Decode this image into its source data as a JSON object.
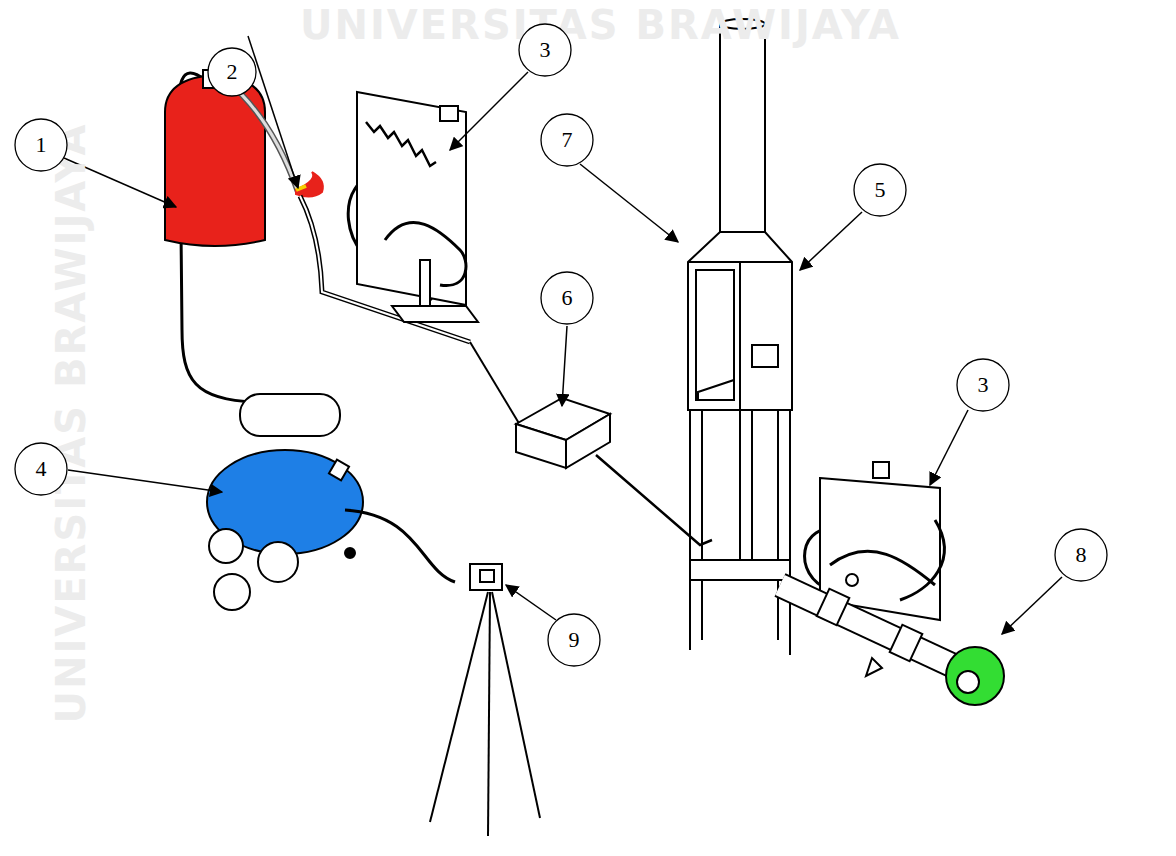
{
  "diagram": {
    "nodes": [
      {
        "text": [
          "1"
        ]
      },
      {
        "text": [
          "2"
        ]
      },
      {
        "text": [
          "3"
        ]
      },
      {
        "text": [
          "7"
        ]
      },
      {
        "text": [
          "5"
        ]
      },
      {
        "text": [
          "6"
        ]
      },
      {
        "text": [
          "3"
        ]
      },
      {
        "text": [
          "4"
        ]
      },
      {
        "text": [
          "8"
        ]
      },
      {
        "text": [
          "9"
        ]
      }
    ],
    "labels": [
      "UNIVERSITAS BRAWIJAYA",
      "UNIVERSITAS BRAWIJAYA"
    ]
  }
}
